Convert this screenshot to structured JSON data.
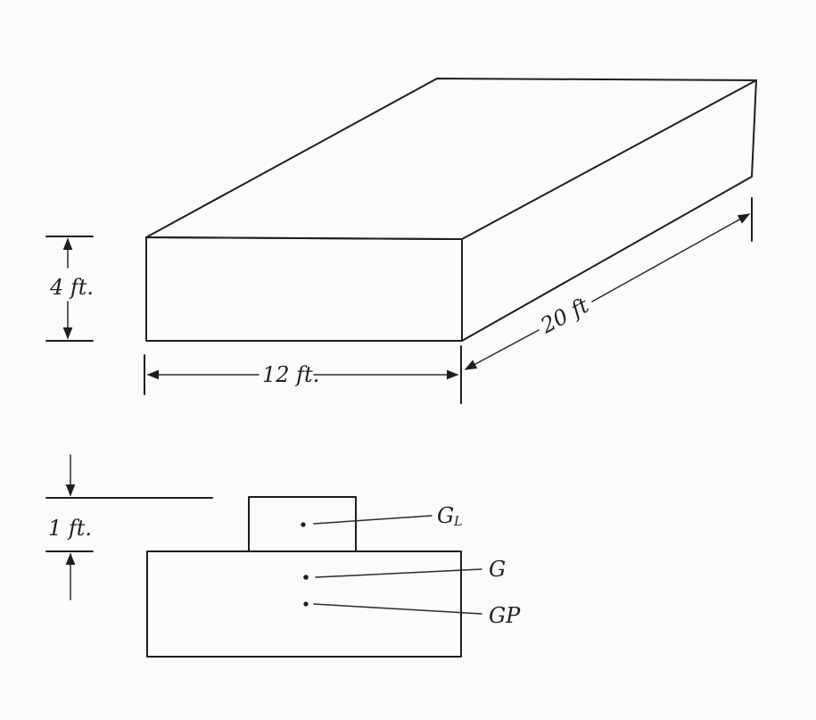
{
  "labels": {
    "height": "4 ft.",
    "width": "12 ft.",
    "length": "20 ft",
    "draft": "1 ft.",
    "point_gl": "G",
    "point_gl_sub": "L",
    "point_g": "G",
    "point_gp": "GP"
  },
  "colors": {
    "ink": "#1e1e1e",
    "paper": "#fbfbfa"
  }
}
